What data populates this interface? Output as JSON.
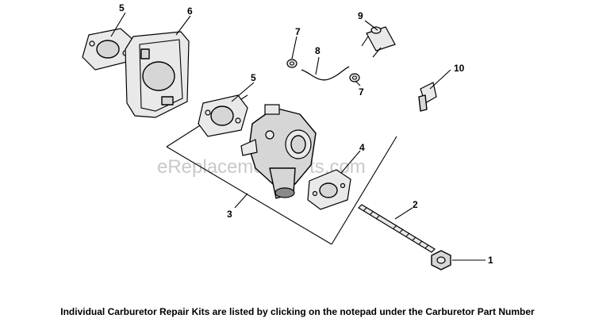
{
  "diagram": {
    "watermark": "eReplacementParts.com",
    "footer_note": "Individual Carburetor Repair Kits are listed by clicking on the notepad under the Carburetor Part Number",
    "callouts": [
      "1",
      "2",
      "3",
      "4",
      "5",
      "5",
      "6",
      "7",
      "7",
      "8",
      "9",
      "10"
    ]
  }
}
